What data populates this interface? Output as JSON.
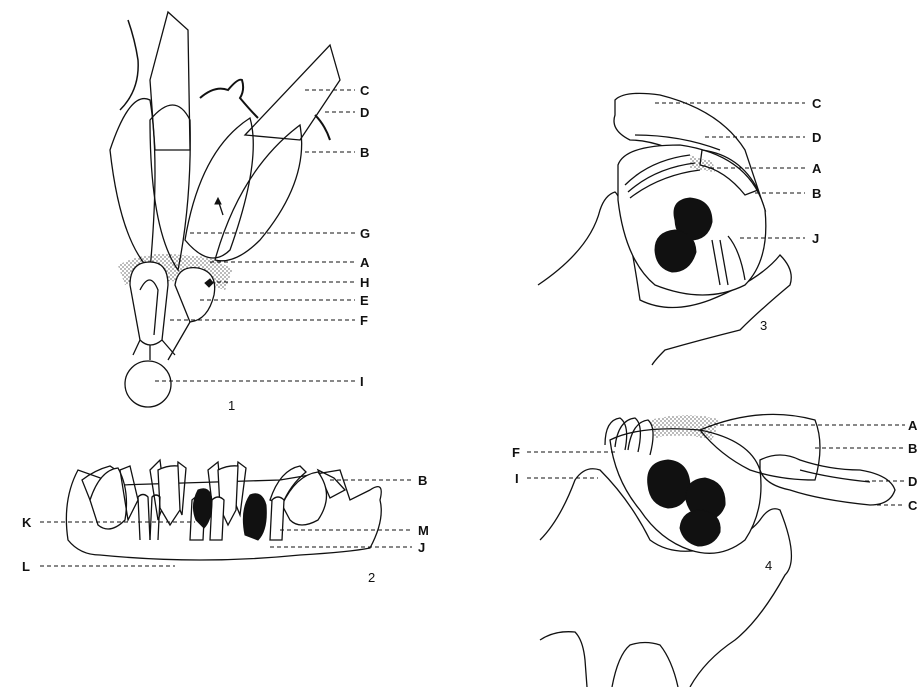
{
  "figures": [
    {
      "id": "1",
      "number": "1",
      "labels": [
        "C",
        "D",
        "B",
        "G",
        "A",
        "H",
        "E",
        "F",
        "I"
      ]
    },
    {
      "id": "2",
      "number": "2",
      "labels_right": [
        "B",
        "M",
        "J"
      ],
      "labels_left": [
        "K",
        "L"
      ]
    },
    {
      "id": "3",
      "number": "3",
      "labels": [
        "C",
        "D",
        "A",
        "B",
        "J"
      ]
    },
    {
      "id": "4",
      "number": "4",
      "labels_right": [
        "A",
        "B",
        "D",
        "C"
      ],
      "labels_left": [
        "F",
        "I"
      ]
    }
  ]
}
